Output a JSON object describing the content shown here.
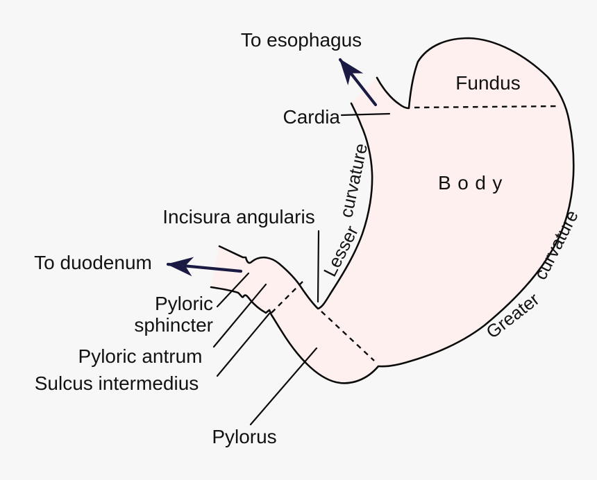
{
  "figure": {
    "title": "Regions of the stomach (anatomical diagram)",
    "colors": {
      "background": "#f7f7f7",
      "stomach_fill": "#fdf0ee",
      "outline": "#0b0b0b",
      "arrow": "#1a1a42",
      "text": "#121212"
    },
    "labels": {
      "to_esophagus": "To esophagus",
      "cardia": "Cardia",
      "fundus": "Fundus",
      "body": "Body",
      "lesser_curvature": {
        "line1": "Lesser",
        "line2": "curvature"
      },
      "greater_curvature": {
        "line1": "Greater",
        "line2": "curvature"
      },
      "incisura_angularis": "Incisura angularis",
      "to_duodenum": "To duodenum",
      "pyloric_sphincter": {
        "line1": "Pyloric",
        "line2": "sphincter"
      },
      "pyloric_antrum": "Pyloric antrum",
      "sulcus_intermedius": "Sulcus intermedius",
      "pylorus": "Pylorus"
    }
  }
}
